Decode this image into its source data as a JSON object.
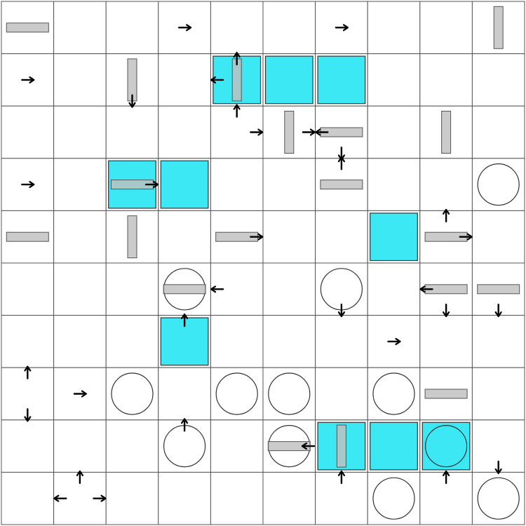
{
  "board": {
    "rows": 10,
    "cols": 10,
    "colors": {
      "grid_line": "#555555",
      "cell_background": "#ffffff",
      "filled_square": "#3de8f5",
      "bar": "#c0c0c0",
      "arrow": "#000000",
      "outline": "#333333"
    },
    "filled_squares": [
      {
        "row": 1,
        "col": 4
      },
      {
        "row": 1,
        "col": 5
      },
      {
        "row": 1,
        "col": 6
      },
      {
        "row": 3,
        "col": 2
      },
      {
        "row": 3,
        "col": 3
      },
      {
        "row": 4,
        "col": 7
      },
      {
        "row": 6,
        "col": 3
      },
      {
        "row": 8,
        "col": 6
      },
      {
        "row": 8,
        "col": 7
      },
      {
        "row": 8,
        "col": 8
      }
    ],
    "circles": [
      {
        "row": 3,
        "col": 9
      },
      {
        "row": 5,
        "col": 3
      },
      {
        "row": 5,
        "col": 6
      },
      {
        "row": 7,
        "col": 2
      },
      {
        "row": 7,
        "col": 4
      },
      {
        "row": 7,
        "col": 5
      },
      {
        "row": 7,
        "col": 7
      },
      {
        "row": 8,
        "col": 3
      },
      {
        "row": 8,
        "col": 5
      },
      {
        "row": 8,
        "col": 8
      },
      {
        "row": 9,
        "col": 7
      },
      {
        "row": 9,
        "col": 9
      }
    ],
    "bars": [
      {
        "row": 0,
        "col": 0,
        "orientation": "horizontal"
      },
      {
        "row": 0,
        "col": 9,
        "orientation": "vertical"
      },
      {
        "row": 1,
        "col": 2,
        "orientation": "vertical"
      },
      {
        "row": 1,
        "col": 4,
        "orientation": "vertical"
      },
      {
        "row": 2,
        "col": 5,
        "orientation": "vertical"
      },
      {
        "row": 2,
        "col": 6,
        "orientation": "horizontal"
      },
      {
        "row": 2,
        "col": 8,
        "orientation": "vertical"
      },
      {
        "row": 3,
        "col": 2,
        "orientation": "horizontal"
      },
      {
        "row": 3,
        "col": 6,
        "orientation": "horizontal"
      },
      {
        "row": 4,
        "col": 0,
        "orientation": "horizontal"
      },
      {
        "row": 4,
        "col": 2,
        "orientation": "vertical"
      },
      {
        "row": 4,
        "col": 4,
        "orientation": "horizontal"
      },
      {
        "row": 4,
        "col": 8,
        "orientation": "horizontal"
      },
      {
        "row": 5,
        "col": 3,
        "orientation": "horizontal"
      },
      {
        "row": 5,
        "col": 8,
        "orientation": "horizontal"
      },
      {
        "row": 5,
        "col": 9,
        "orientation": "horizontal"
      },
      {
        "row": 7,
        "col": 8,
        "orientation": "horizontal"
      },
      {
        "row": 8,
        "col": 5,
        "orientation": "horizontal"
      },
      {
        "row": 8,
        "col": 6,
        "orientation": "vertical"
      }
    ],
    "arrows": [
      {
        "row": 0,
        "col": 3,
        "dir": "right",
        "pos": "center"
      },
      {
        "row": 0,
        "col": 6,
        "dir": "right",
        "pos": "center"
      },
      {
        "row": 1,
        "col": 0,
        "dir": "right",
        "pos": "center"
      },
      {
        "row": 1,
        "col": 2,
        "dir": "down",
        "pos": "bottom"
      },
      {
        "row": 1,
        "col": 4,
        "dir": "up",
        "pos": "top"
      },
      {
        "row": 1,
        "col": 4,
        "dir": "left",
        "pos": "left"
      },
      {
        "row": 2,
        "col": 4,
        "dir": "up",
        "pos": "top"
      },
      {
        "row": 2,
        "col": 4,
        "dir": "right",
        "pos": "right"
      },
      {
        "row": 2,
        "col": 5,
        "dir": "right",
        "pos": "right"
      },
      {
        "row": 2,
        "col": 6,
        "dir": "left",
        "pos": "left"
      },
      {
        "row": 2,
        "col": 6,
        "dir": "down",
        "pos": "bottom"
      },
      {
        "row": 3,
        "col": 0,
        "dir": "right",
        "pos": "center"
      },
      {
        "row": 3,
        "col": 2,
        "dir": "right",
        "pos": "right"
      },
      {
        "row": 3,
        "col": 6,
        "dir": "up",
        "pos": "top"
      },
      {
        "row": 4,
        "col": 4,
        "dir": "right",
        "pos": "right"
      },
      {
        "row": 4,
        "col": 8,
        "dir": "up",
        "pos": "top"
      },
      {
        "row": 4,
        "col": 8,
        "dir": "right",
        "pos": "right"
      },
      {
        "row": 5,
        "col": 4,
        "dir": "left",
        "pos": "left"
      },
      {
        "row": 5,
        "col": 6,
        "dir": "down",
        "pos": "bottom"
      },
      {
        "row": 5,
        "col": 8,
        "dir": "left",
        "pos": "left"
      },
      {
        "row": 5,
        "col": 8,
        "dir": "down",
        "pos": "bottom"
      },
      {
        "row": 5,
        "col": 9,
        "dir": "down",
        "pos": "bottom"
      },
      {
        "row": 6,
        "col": 3,
        "dir": "up",
        "pos": "top"
      },
      {
        "row": 6,
        "col": 7,
        "dir": "right",
        "pos": "center"
      },
      {
        "row": 7,
        "col": 0,
        "dir": "up",
        "pos": "top"
      },
      {
        "row": 7,
        "col": 0,
        "dir": "down",
        "pos": "bottom"
      },
      {
        "row": 7,
        "col": 1,
        "dir": "right",
        "pos": "center"
      },
      {
        "row": 8,
        "col": 3,
        "dir": "up",
        "pos": "top"
      },
      {
        "row": 8,
        "col": 5,
        "dir": "left",
        "pos": "right"
      },
      {
        "row": 8,
        "col": 9,
        "dir": "down",
        "pos": "bottom"
      },
      {
        "row": 9,
        "col": 1,
        "dir": "up",
        "pos": "top"
      },
      {
        "row": 9,
        "col": 1,
        "dir": "left",
        "pos": "left"
      },
      {
        "row": 9,
        "col": 1,
        "dir": "right",
        "pos": "right"
      },
      {
        "row": 9,
        "col": 6,
        "dir": "up",
        "pos": "top"
      },
      {
        "row": 9,
        "col": 8,
        "dir": "up",
        "pos": "top"
      }
    ]
  }
}
